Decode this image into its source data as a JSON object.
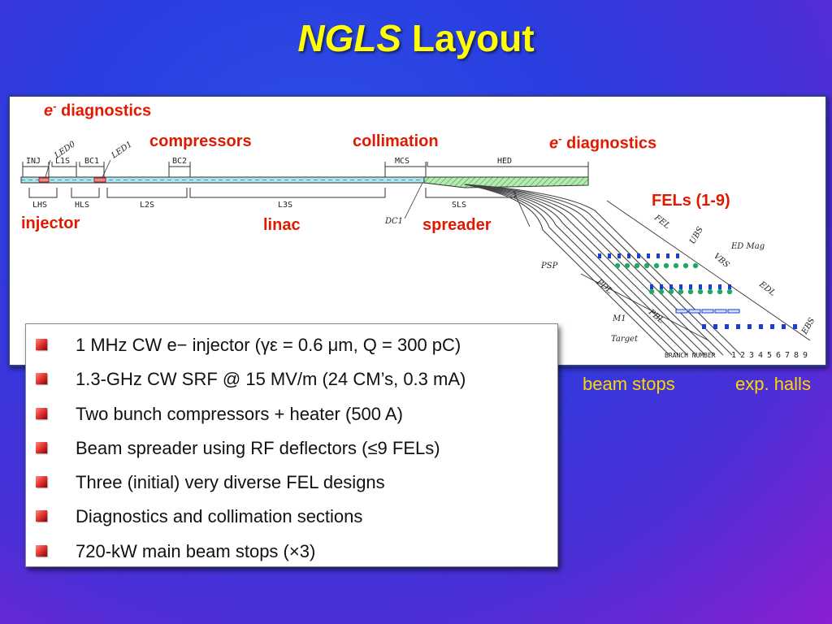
{
  "title": {
    "part1": "NGLS",
    "part2": "Layout"
  },
  "diagram": {
    "labels": {
      "e_diag_left_e": "e",
      "e_diag_left_sup": "-",
      "e_diag_left_text": "diagnostics",
      "compressors": "compressors",
      "collimation": "collimation",
      "e_diag_right_e": "e",
      "e_diag_right_sup": "-",
      "e_diag_right_text": "diagnostics",
      "fels": "FELs (1-9)",
      "injector": "injector",
      "linac": "linac",
      "spreader": "spreader"
    },
    "small_labels": {
      "inj": "INJ",
      "l1s": "L1S",
      "bc1": "BC1",
      "bc2": "BC2",
      "mcs": "MCS",
      "hed": "HED",
      "led0": "LED0",
      "led1": "LED1",
      "lhs": "LHS",
      "hls": "HLS",
      "l2s": "L2S",
      "l3s": "L3S",
      "sls": "SLS",
      "dc1": "DC1",
      "fel": "FEL",
      "ubs": "UBS",
      "vbs": "VBS",
      "ed_mag": "ED Mag",
      "edl": "EDL",
      "ebs": "EBS",
      "psp": "PSP",
      "pdl": "PDL",
      "m1": "M1",
      "pbl": "PBL",
      "target": "Target",
      "branch_number": "BRANCH NUMBER",
      "branch_numbers": [
        "1",
        "2",
        "3",
        "4",
        "5",
        "6",
        "7",
        "8",
        "9"
      ]
    }
  },
  "bullets": [
    "1 MHz CW e− injector (γε = 0.6 μm, Q = 300 pC)",
    "1.3-GHz CW SRF @ 15 MV/m (24 CM’s, 0.3 mA)",
    "Two bunch compressors + heater (500 A)",
    "Beam spreader using RF deflectors (≤9 FELs)",
    "Three (initial) very diverse FEL designs",
    "Diagnostics and collimation sections",
    "720-kW main beam stops (×3)"
  ],
  "outside_labels": {
    "beam_stops": "beam stops",
    "exp_halls": "exp. halls"
  },
  "colors": {
    "title": "#ffff00",
    "diagram_label": "#e01a00",
    "outside_label": "#ffd700",
    "beamline": "#a9e8f2"
  }
}
